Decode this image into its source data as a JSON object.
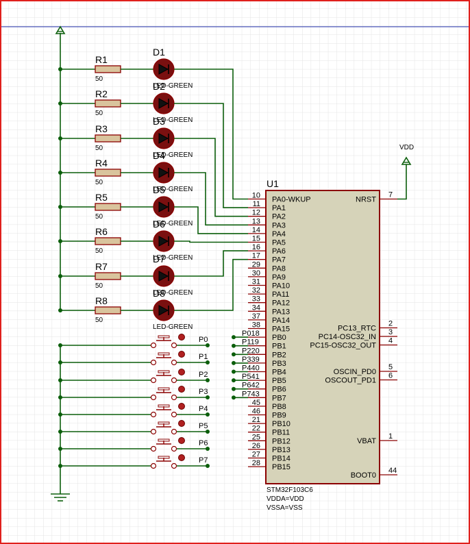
{
  "power": {
    "vdd_label": "VDD"
  },
  "resistors": [
    {
      "ref": "R1",
      "value": "50"
    },
    {
      "ref": "R2",
      "value": "50"
    },
    {
      "ref": "R3",
      "value": "50"
    },
    {
      "ref": "R4",
      "value": "50"
    },
    {
      "ref": "R5",
      "value": "50"
    },
    {
      "ref": "R6",
      "value": "50"
    },
    {
      "ref": "R7",
      "value": "50"
    },
    {
      "ref": "R8",
      "value": "50"
    }
  ],
  "leds": [
    {
      "ref": "D1",
      "value": "LED-GREEN"
    },
    {
      "ref": "D2",
      "value": "LED-GREEN"
    },
    {
      "ref": "D3",
      "value": "LED-GREEN"
    },
    {
      "ref": "D4",
      "value": "LED-GREEN"
    },
    {
      "ref": "D5",
      "value": "LED-GREEN"
    },
    {
      "ref": "D6",
      "value": "LED-GREEN"
    },
    {
      "ref": "D7",
      "value": "LED-GREEN"
    },
    {
      "ref": "D8",
      "value": "LED-GREEN"
    }
  ],
  "buttons": [
    {
      "label": "P0"
    },
    {
      "label": "P1"
    },
    {
      "label": "P2"
    },
    {
      "label": "P3"
    },
    {
      "label": "P4"
    },
    {
      "label": "P5"
    },
    {
      "label": "P6"
    },
    {
      "label": "P7"
    }
  ],
  "net_tags": [
    {
      "name": "P0",
      "pin": "18"
    },
    {
      "name": "P1",
      "pin": "19"
    },
    {
      "name": "P2",
      "pin": "20"
    },
    {
      "name": "P3",
      "pin": "39"
    },
    {
      "name": "P4",
      "pin": "40"
    },
    {
      "name": "P5",
      "pin": "41"
    },
    {
      "name": "P6",
      "pin": "42"
    },
    {
      "name": "P7",
      "pin": "43"
    }
  ],
  "chip": {
    "ref": "U1",
    "part": "STM32F103C6",
    "note1": "VDDA=VDD",
    "note2": "VSSA=VSS",
    "left_pins": [
      {
        "num": "10",
        "name": "PA0-WKUP"
      },
      {
        "num": "11",
        "name": "PA1"
      },
      {
        "num": "12",
        "name": "PA2"
      },
      {
        "num": "13",
        "name": "PA3"
      },
      {
        "num": "14",
        "name": "PA4"
      },
      {
        "num": "15",
        "name": "PA5"
      },
      {
        "num": "16",
        "name": "PA6"
      },
      {
        "num": "17",
        "name": "PA7"
      },
      {
        "num": "29",
        "name": "PA8"
      },
      {
        "num": "30",
        "name": "PA9"
      },
      {
        "num": "31",
        "name": "PA10"
      },
      {
        "num": "32",
        "name": "PA11"
      },
      {
        "num": "33",
        "name": "PA12"
      },
      {
        "num": "34",
        "name": "PA13"
      },
      {
        "num": "37",
        "name": "PA14"
      },
      {
        "num": "38",
        "name": "PA15"
      },
      {
        "num": "",
        "name": "PB0"
      },
      {
        "num": "",
        "name": "PB1"
      },
      {
        "num": "",
        "name": "PB2"
      },
      {
        "num": "",
        "name": "PB3"
      },
      {
        "num": "",
        "name": "PB4"
      },
      {
        "num": "",
        "name": "PB5"
      },
      {
        "num": "",
        "name": "PB6"
      },
      {
        "num": "",
        "name": "PB7"
      },
      {
        "num": "45",
        "name": "PB8"
      },
      {
        "num": "46",
        "name": "PB9"
      },
      {
        "num": "21",
        "name": "PB10"
      },
      {
        "num": "22",
        "name": "PB11"
      },
      {
        "num": "25",
        "name": "PB12"
      },
      {
        "num": "26",
        "name": "PB13"
      },
      {
        "num": "27",
        "name": "PB14"
      },
      {
        "num": "28",
        "name": "PB15"
      }
    ],
    "right_pins": [
      {
        "num": "7",
        "name": "NRST"
      },
      {
        "num": "2",
        "name": "PC13_RTC"
      },
      {
        "num": "3",
        "name": "PC14-OSC32_IN"
      },
      {
        "num": "4",
        "name": "PC15-OSC32_OUT"
      },
      {
        "num": "5",
        "name": "OSCIN_PD0"
      },
      {
        "num": "6",
        "name": "OSCOUT_PD1"
      },
      {
        "num": "1",
        "name": "VBAT"
      },
      {
        "num": "44",
        "name": "BOOT0"
      }
    ]
  },
  "colors": {
    "wire": "#0b5e0b",
    "component": "#8b0000",
    "chip_fill": "#d6d3b9",
    "grid": "#e3e3e3",
    "frame": "#e0201c",
    "guide": "#1f2ea8",
    "led_fill": "#7a1010"
  }
}
